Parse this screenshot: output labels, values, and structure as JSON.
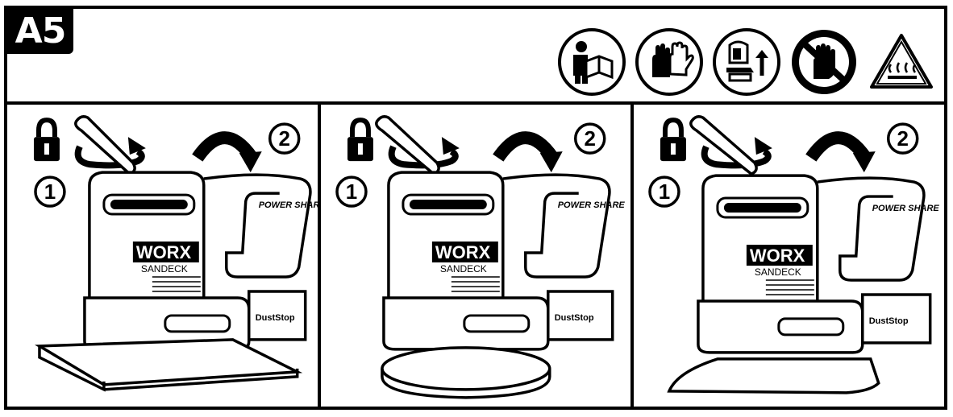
{
  "header": {
    "label": "A5",
    "icons": [
      "read-manual-icon",
      "wear-gloves-icon",
      "remove-battery-icon",
      "do-not-touch-icon",
      "hot-surface-warning-icon"
    ]
  },
  "panels": [
    {
      "lock_step": "1",
      "arrow_step": "2",
      "brand": "WORX",
      "model": "SANDECK",
      "logo": "POWER SHARE",
      "tag": "DustStop",
      "pad": "rectangle"
    },
    {
      "lock_step": "1",
      "arrow_step": "2",
      "brand": "WORX",
      "model": "SANDECK",
      "logo": "POWER SHARE",
      "tag": "DustStop",
      "pad": "round"
    },
    {
      "lock_step": "1",
      "arrow_step": "2",
      "brand": "WORX",
      "model": "SANDECK",
      "logo": "POWER SHARE",
      "tag": "DustStop",
      "pad": "triangle"
    }
  ]
}
